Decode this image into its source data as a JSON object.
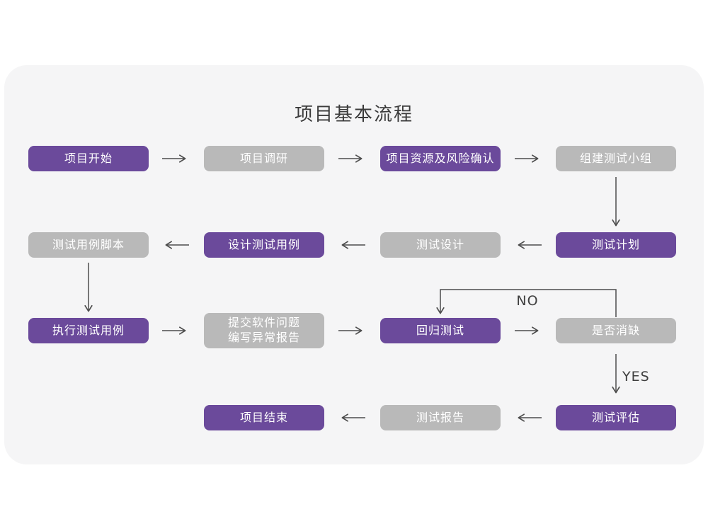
{
  "title": "项目基本流程",
  "colors": {
    "purple": "#6b4a9b",
    "gray": "#b9b9b9",
    "card_bg": "#f5f5f6",
    "arrow": "#4d4d4d",
    "box_text": "#ffffff",
    "title_text": "#3b3b3b"
  },
  "edge_labels": {
    "no": "NO",
    "yes": "YES"
  },
  "nodes": [
    {
      "id": "project-start",
      "label": "项目开始",
      "variant": "purple"
    },
    {
      "id": "project-research",
      "label": "项目调研",
      "variant": "gray"
    },
    {
      "id": "resource-risk-confirm",
      "label": "项目资源及风险确认",
      "variant": "purple"
    },
    {
      "id": "build-test-team",
      "label": "组建测试小组",
      "variant": "gray"
    },
    {
      "id": "test-plan",
      "label": "测试计划",
      "variant": "purple"
    },
    {
      "id": "test-design",
      "label": "测试设计",
      "variant": "gray"
    },
    {
      "id": "design-test-cases",
      "label": "设计测试用例",
      "variant": "purple"
    },
    {
      "id": "test-case-script",
      "label": "测试用例脚本",
      "variant": "gray"
    },
    {
      "id": "execute-test-cases",
      "label": "执行测试用例",
      "variant": "purple"
    },
    {
      "id": "submit-issue-report",
      "label": "提交软件问题\n编写异常报告",
      "variant": "gray"
    },
    {
      "id": "regression-test",
      "label": "回归测试",
      "variant": "purple"
    },
    {
      "id": "defect-cleared",
      "label": "是否消缺",
      "variant": "gray"
    },
    {
      "id": "test-evaluation",
      "label": "测试评估",
      "variant": "purple"
    },
    {
      "id": "test-report",
      "label": "测试报告",
      "variant": "gray"
    },
    {
      "id": "project-end",
      "label": "项目结束",
      "variant": "purple"
    }
  ]
}
